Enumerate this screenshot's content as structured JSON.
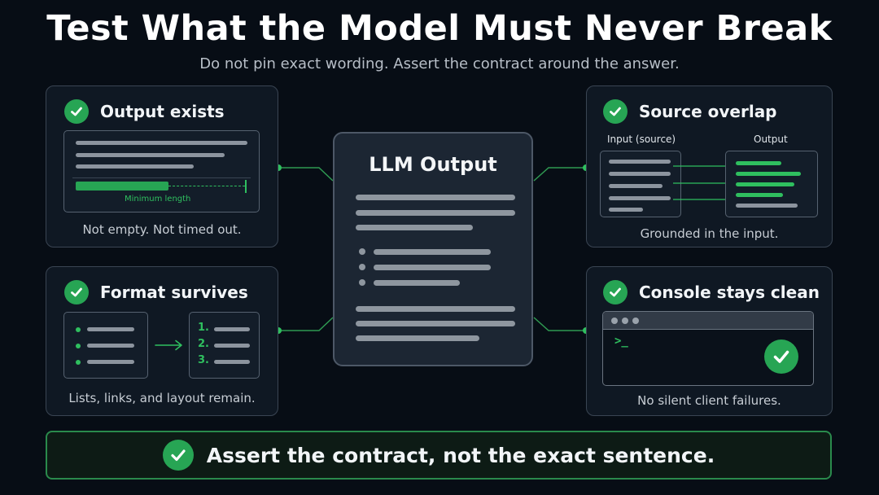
{
  "header": {
    "title": "Test What the Model Must Never Break",
    "subtitle": "Do not pin exact wording. Assert the contract around the answer."
  },
  "cards": {
    "output_exists": {
      "title": "Output exists",
      "meter_label": "Minimum length",
      "caption": "Not empty. Not timed out."
    },
    "format_survives": {
      "title": "Format survives",
      "numbers": [
        "1.",
        "2.",
        "3."
      ],
      "caption": "Lists, links, and layout remain."
    },
    "source_overlap": {
      "title": "Source overlap",
      "input_label": "Input (source)",
      "output_label": "Output",
      "caption": "Grounded in the input."
    },
    "console_clean": {
      "title": "Console stays clean",
      "prompt": ">_",
      "caption": "No silent client failures."
    }
  },
  "center": {
    "title": "LLM Output"
  },
  "footer": {
    "text": "Assert the contract, not the exact sentence."
  },
  "colors": {
    "accent_green": "#27a554",
    "background": "#070d15",
    "card_border": "#3a4553"
  },
  "icons": [
    "check-circle-icon",
    "arrow-right-icon",
    "terminal-window-icon"
  ]
}
